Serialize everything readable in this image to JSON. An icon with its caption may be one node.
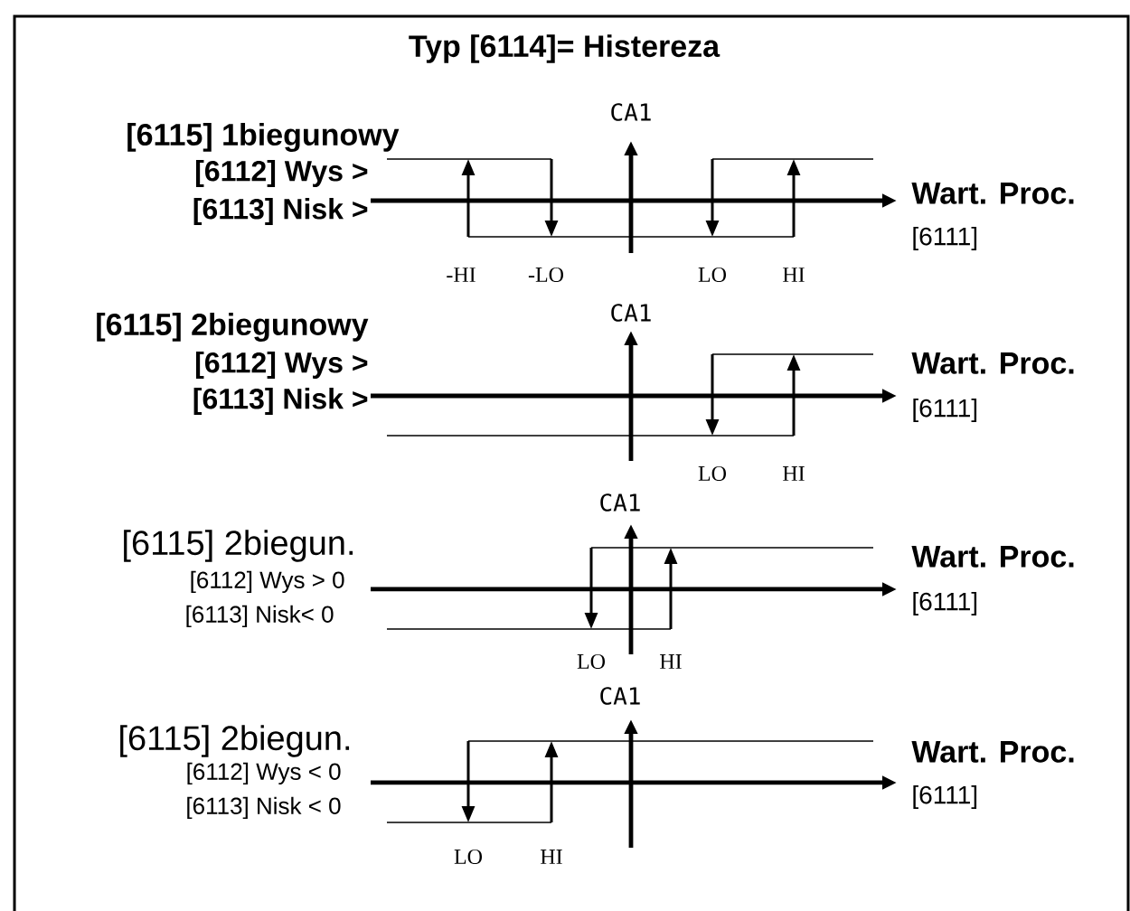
{
  "diagram": {
    "title": "Typ [6114]= Histereza",
    "labels": [
      "CA1",
      "[6115] 1biegunowy",
      "[6112] Wys >",
      "[6113] Nisk >",
      "Wart. Proc.",
      "[6111]",
      "-HI",
      "-LO",
      "LO",
      "HI",
      "CA1",
      "[6115] 2biegunowy",
      "[6112] Wys >",
      "[6113] Nisk >",
      "Wart. Proc.",
      "[6111]",
      "LO",
      "HI",
      "CA1",
      "[6115] 2biegun.",
      "[6112] Wys > 0",
      "[6113] Nisk< 0",
      "Wart. Proc.",
      "[6111]",
      "LO",
      "HI",
      "CA1",
      "[6115] 2biegun.",
      "[6112] Wys < 0",
      "[6113] Nisk < 0",
      "Wart. Proc.",
      "[6111]",
      "LO",
      "HI"
    ]
  }
}
